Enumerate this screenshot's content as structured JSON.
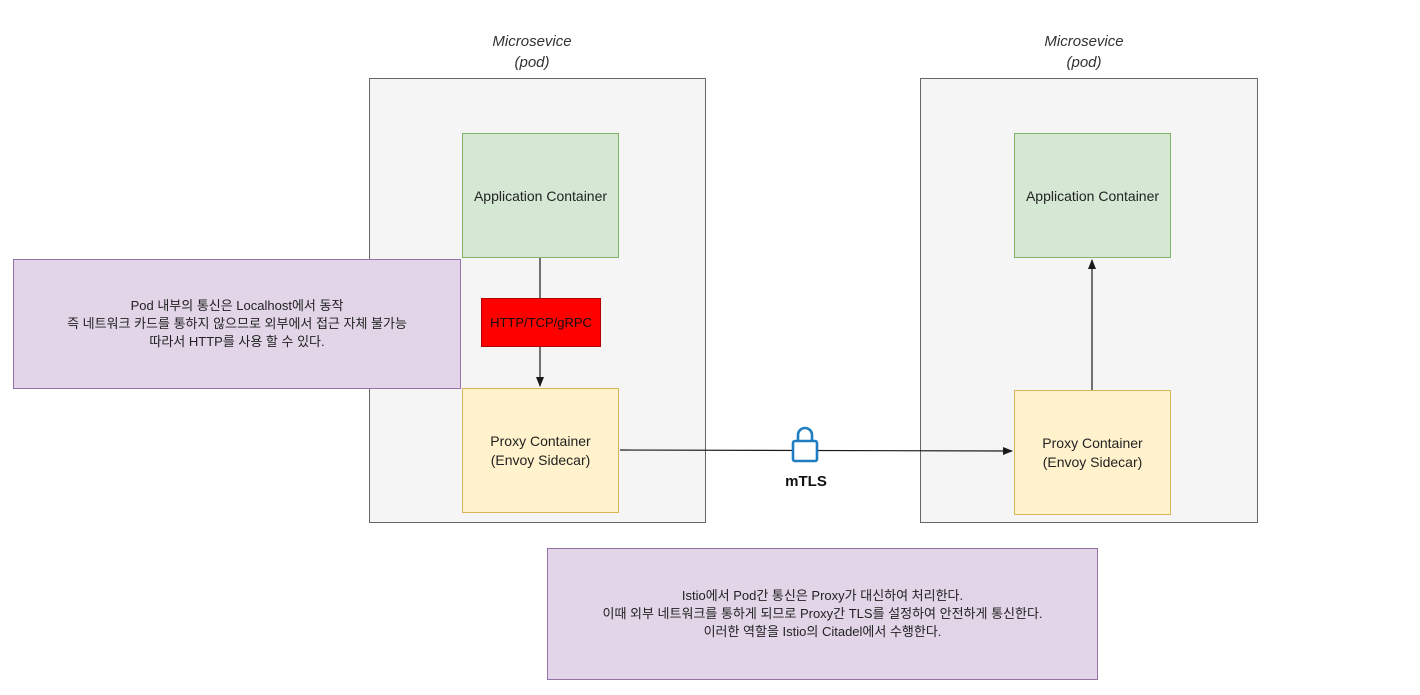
{
  "pods": [
    {
      "label_line1": "Microsevice",
      "label_line2": "(pod)",
      "app_container": "Application Container",
      "proxy_line1": "Proxy Container",
      "proxy_line2": "(Envoy Sidecar)"
    },
    {
      "label_line1": "Microsevice",
      "label_line2": "(pod)",
      "app_container": "Application Container",
      "proxy_line1": "Proxy Container",
      "proxy_line2": "(Envoy Sidecar)"
    }
  ],
  "protocol_label": "HTTP/TCP/gRPC",
  "mtls_label": "mTLS",
  "notes": {
    "left": [
      "Pod 내부의 통신은 Localhost에서 동작",
      "즉 네트워크 카드를 통하지 않으므로 외부에서 접근 자체 불가능",
      "따라서 HTTP를 사용 할 수 있다."
    ],
    "bottom": [
      "Istio에서 Pod간 통신은 Proxy가 대신하여 처리한다.",
      "이때 외부 네트워크를 통하게 되므로 Proxy간 TLS를 설정하여 안전하게 통신한다.",
      "이러한 역할을 Istio의 Citadel에서 수행한다."
    ]
  },
  "icons": {
    "lock": "lock-icon"
  },
  "colors": {
    "pod_fill": "#f5f5f5",
    "app_fill": "#d5e8d4",
    "proxy_fill": "#fff2cc",
    "note_fill": "#e1d5e7",
    "protocol_fill": "#ff0000",
    "lock_stroke": "#1f7ec2"
  }
}
